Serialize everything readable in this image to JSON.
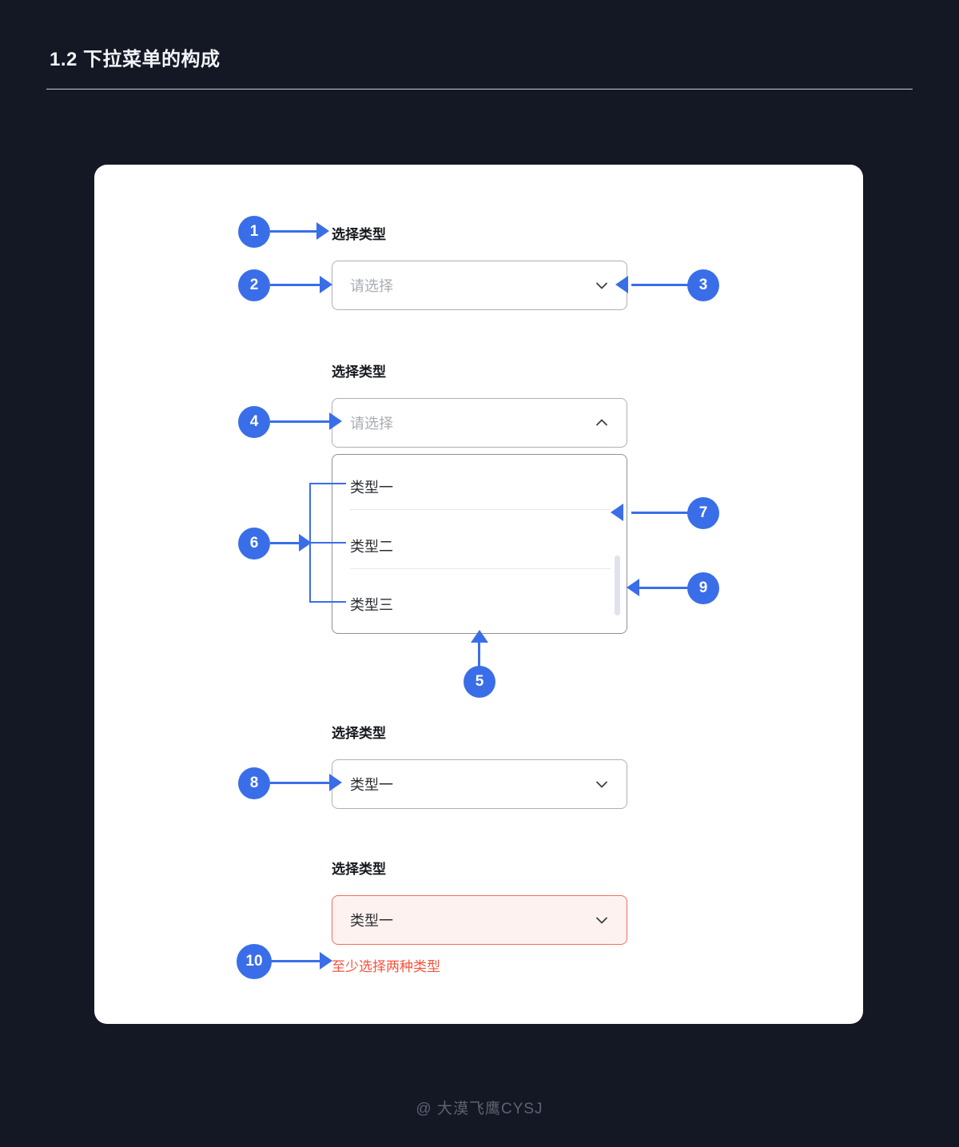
{
  "header": {
    "title": "1.2 下拉菜单的构成"
  },
  "watermark": "@ 大漠飞鹰CYSJ",
  "colors": {
    "page_background": "#141824",
    "card_background": "#ffffff",
    "marker_blue": "#3a6ee8",
    "error_red": "#f5533d",
    "error_border": "#f2705a",
    "error_fill": "#fdf2ef",
    "field_border": "#adb0b6",
    "placeholder_text": "#a9acb3",
    "value_text": "#2b2d33",
    "divider": "#e6e7ea",
    "scrollbar": "#dfe3ec"
  },
  "common": {
    "label": "选择类型",
    "placeholder": "请选择"
  },
  "sections": {
    "default": {
      "label": "选择类型",
      "value": "请选择",
      "is_placeholder": true,
      "chevron": "chevron-down-icon",
      "markers": [
        "1",
        "2",
        "3"
      ]
    },
    "expanded": {
      "label": "选择类型",
      "value": "请选择",
      "is_placeholder": true,
      "chevron": "chevron-up-icon",
      "markers": [
        "4",
        "5",
        "6",
        "7",
        "9"
      ],
      "options": [
        {
          "label": "类型一"
        },
        {
          "label": "类型二"
        },
        {
          "label": "类型三"
        }
      ]
    },
    "selected": {
      "label": "选择类型",
      "value": "类型一",
      "is_placeholder": false,
      "chevron": "chevron-down-icon",
      "markers": [
        "8"
      ]
    },
    "error": {
      "label": "选择类型",
      "value": "类型一",
      "is_placeholder": false,
      "chevron": "chevron-down-icon",
      "message": "至少选择两种类型",
      "markers": [
        "10"
      ]
    }
  },
  "markers": {
    "m1": "1",
    "m2": "2",
    "m3": "3",
    "m4": "4",
    "m5": "5",
    "m6": "6",
    "m7": "7",
    "m8": "8",
    "m9": "9",
    "m10": "10"
  }
}
